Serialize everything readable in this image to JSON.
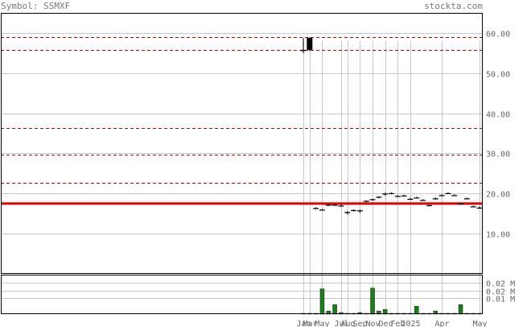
{
  "header": {
    "symbol_label": "Symbol: SSMXF",
    "site": "stockta.com"
  },
  "chart_data": {
    "type": "candlestick",
    "symbol": "SSMXF",
    "price_axis": {
      "ylim": [
        0,
        65
      ],
      "ticks": [
        10,
        20,
        30,
        40,
        50,
        60
      ],
      "tick_labels": [
        "10.00",
        "20.00",
        "30.00",
        "40.00",
        "50.00",
        "60.00"
      ],
      "grid": true
    },
    "volume_axis": {
      "ylim": [
        0,
        0.025
      ],
      "tick_labels": [
        "0.02 M",
        "0.02 M",
        "0.01 M"
      ],
      "tick_values": [
        0.02,
        0.015,
        0.01
      ]
    },
    "x_labels": [
      "Jan",
      "Mar",
      "May",
      "Jul",
      "Aug",
      "Sep",
      "Nov",
      "Dec",
      "Feb",
      "2025",
      "Apr",
      "May"
    ],
    "horizontal_levels": {
      "resistance_dashed": [
        59.0,
        55.8,
        36.3,
        29.7,
        22.6
      ],
      "support_solid": 17.5
    },
    "price_series": [
      {
        "i": 0,
        "open": 55.5,
        "high": 58.8,
        "low": 55.0,
        "close": 55.8
      },
      {
        "i": 1,
        "open": 58.8,
        "high": 58.9,
        "low": 55.5,
        "close": 55.8
      },
      {
        "i": 2,
        "open": 16.4,
        "high": 16.6,
        "low": 16.0,
        "close": 16.3
      },
      {
        "i": 3,
        "open": 16.0,
        "high": 16.2,
        "low": 15.8,
        "close": 16.0
      },
      {
        "i": 4,
        "open": 17.2,
        "high": 17.5,
        "low": 16.9,
        "close": 17.0
      },
      {
        "i": 5,
        "open": 17.2,
        "high": 17.4,
        "low": 17.0,
        "close": 17.2
      },
      {
        "i": 6,
        "open": 17.0,
        "high": 17.3,
        "low": 16.8,
        "close": 17.0
      },
      {
        "i": 7,
        "open": 15.2,
        "high": 15.6,
        "low": 14.8,
        "close": 15.4
      },
      {
        "i": 8,
        "open": 15.8,
        "high": 16.0,
        "low": 15.5,
        "close": 15.9
      },
      {
        "i": 9,
        "open": 15.6,
        "high": 16.0,
        "low": 15.2,
        "close": 15.8
      },
      {
        "i": 10,
        "open": 18.0,
        "high": 18.3,
        "low": 17.8,
        "close": 18.2
      },
      {
        "i": 11,
        "open": 18.4,
        "high": 18.7,
        "low": 18.2,
        "close": 18.6
      },
      {
        "i": 12,
        "open": 19.0,
        "high": 19.3,
        "low": 18.8,
        "close": 19.2
      },
      {
        "i": 13,
        "open": 19.8,
        "high": 20.2,
        "low": 19.5,
        "close": 20.0
      },
      {
        "i": 14,
        "open": 20.0,
        "high": 20.3,
        "low": 19.8,
        "close": 20.1
      },
      {
        "i": 15,
        "open": 19.4,
        "high": 19.6,
        "low": 19.2,
        "close": 19.4
      },
      {
        "i": 16,
        "open": 19.5,
        "high": 19.7,
        "low": 19.3,
        "close": 19.5
      },
      {
        "i": 17,
        "open": 18.6,
        "high": 18.9,
        "low": 18.4,
        "close": 18.7
      },
      {
        "i": 18,
        "open": 19.0,
        "high": 19.2,
        "low": 18.8,
        "close": 19.0
      },
      {
        "i": 19,
        "open": 18.4,
        "high": 18.6,
        "low": 18.2,
        "close": 18.4
      },
      {
        "i": 20,
        "open": 17.0,
        "high": 17.3,
        "low": 16.8,
        "close": 17.1
      },
      {
        "i": 21,
        "open": 18.8,
        "high": 19.0,
        "low": 18.5,
        "close": 18.8
      },
      {
        "i": 22,
        "open": 19.5,
        "high": 19.8,
        "low": 19.3,
        "close": 19.6
      },
      {
        "i": 23,
        "open": 20.1,
        "high": 20.3,
        "low": 19.9,
        "close": 20.1
      },
      {
        "i": 24,
        "open": 19.6,
        "high": 19.8,
        "low": 19.4,
        "close": 19.6
      },
      {
        "i": 25,
        "open": 17.5,
        "high": 17.7,
        "low": 17.3,
        "close": 17.5
      },
      {
        "i": 26,
        "open": 18.8,
        "high": 19.0,
        "low": 18.6,
        "close": 18.8
      },
      {
        "i": 27,
        "open": 16.8,
        "high": 17.0,
        "low": 16.6,
        "close": 16.8
      },
      {
        "i": 28,
        "open": 16.5,
        "high": 16.8,
        "low": 16.2,
        "close": 16.5
      }
    ],
    "volume_series": [
      0.0,
      0.0,
      0.0,
      0.016,
      0.002,
      0.006,
      0.001,
      0.0005,
      0.0005,
      0.001,
      0.0005,
      0.0165,
      0.002,
      0.003,
      0.0005,
      0.0005,
      0.0005,
      0.0005,
      0.005,
      0.0005,
      0.0005,
      0.002,
      0.0005,
      0.0005,
      0.0005,
      0.006,
      0.0005,
      0.0005,
      0.0005
    ],
    "colors": {
      "background": "#ffffff",
      "grid": "#c8c8c8",
      "frame": "#000000",
      "candle": "#000000",
      "dashed_level": "#cc0000",
      "solid_level": "#ee0000",
      "volume_bar": "#1f7a1f",
      "volume_edge": "#003300",
      "text": "#666666"
    }
  }
}
